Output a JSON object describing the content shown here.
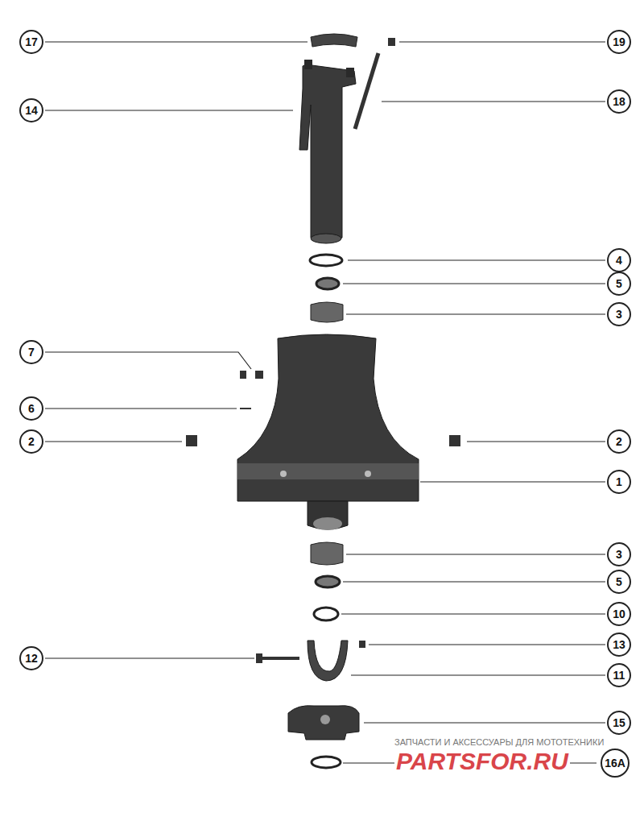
{
  "diagram": {
    "nodes": [
      {
        "text": [
          "17"
        ]
      },
      {
        "text": [
          "19"
        ]
      },
      {
        "text": [
          "14"
        ]
      },
      {
        "text": [
          "18"
        ]
      },
      {
        "text": [
          "4"
        ]
      },
      {
        "text": [
          "5"
        ]
      },
      {
        "text": [
          "3"
        ]
      },
      {
        "text": [
          "7"
        ]
      },
      {
        "text": [
          "6"
        ]
      },
      {
        "text": [
          "2"
        ]
      },
      {
        "text": [
          "2"
        ]
      },
      {
        "text": [
          "1"
        ]
      },
      {
        "text": [
          "3"
        ]
      },
      {
        "text": [
          "5"
        ]
      },
      {
        "text": [
          "10"
        ]
      },
      {
        "text": [
          "12"
        ]
      },
      {
        "text": [
          "13"
        ]
      },
      {
        "text": [
          "11"
        ]
      },
      {
        "text": [
          "15"
        ]
      },
      {
        "text": [
          "16A"
        ]
      }
    ],
    "labels": [
      "ЗАПЧАСТИ И АКСЕССУАРЫ ДЛЯ МОТОТЕХНИКИ",
      "PARTSFOR.RU"
    ]
  }
}
